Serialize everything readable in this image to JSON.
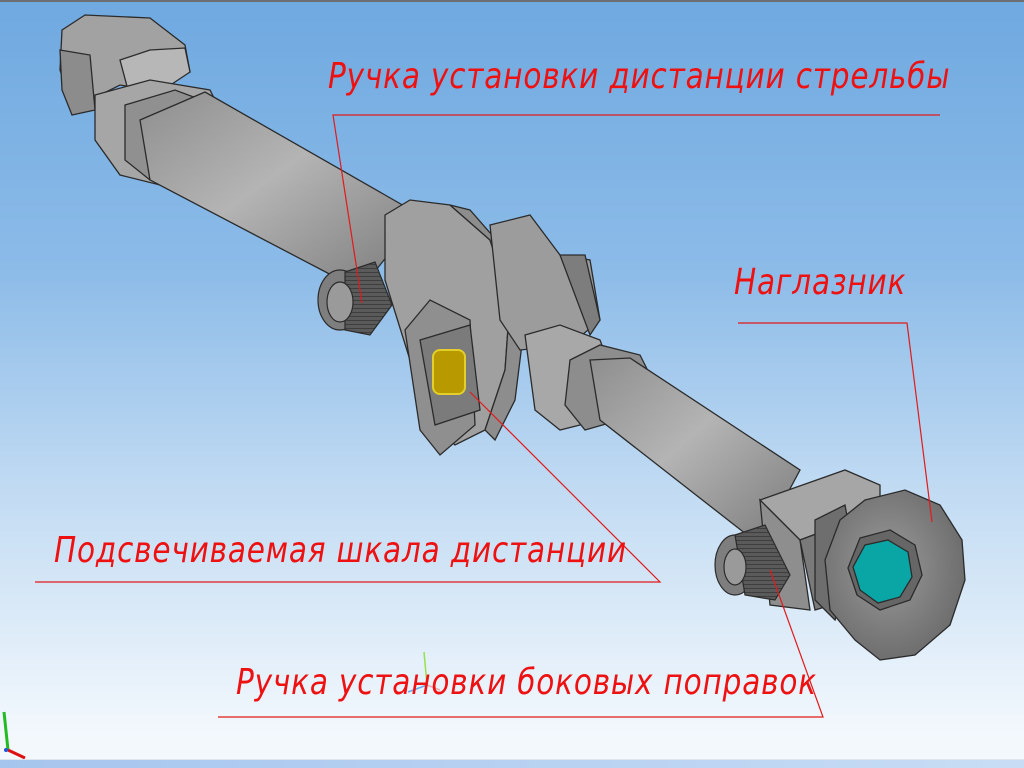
{
  "diagram": {
    "subject": "sight-assembly-3d-model",
    "colors": {
      "label": "#ee1111",
      "leader_line": "#e21a1a",
      "body_gray": "#a9a9a9",
      "eyepiece_lens": "#0aa6a6",
      "scale_window": "#b89a00"
    },
    "labels": [
      {
        "id": "range-knob",
        "text": "Ручка установки дистанции стрельбы"
      },
      {
        "id": "eyecup",
        "text": "Наглазник"
      },
      {
        "id": "illuminated-scale",
        "text": "Подсвечиваемая шкала дистанции"
      },
      {
        "id": "windage-knob",
        "text": "Ручка установки боковых поправок"
      }
    ],
    "axis_triad": {
      "x": "red",
      "y": "green",
      "z": "blue"
    }
  }
}
